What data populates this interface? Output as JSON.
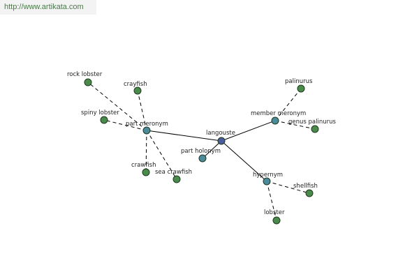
{
  "watermark": "http://www.artikata.com",
  "colors": {
    "center": "#4a5a9a",
    "relation": "#4a8a9a",
    "leaf": "#4a8a4a"
  },
  "nodes": {
    "langouste": "langouste",
    "part_meronym": "part meronym",
    "member_meronym": "member meronym",
    "part_holonym": "part holonym",
    "hypernym": "hypernym",
    "rock_lobster": "rock lobster",
    "crayfish": "crayfish",
    "spiny_lobster": "spiny lobster",
    "crawfish": "crawfish",
    "sea_crawfish": "sea crawfish",
    "palinurus": "palinurus",
    "genus_palinurus": "genus palinurus",
    "shellfish": "shellfish",
    "lobster": "lobster"
  }
}
